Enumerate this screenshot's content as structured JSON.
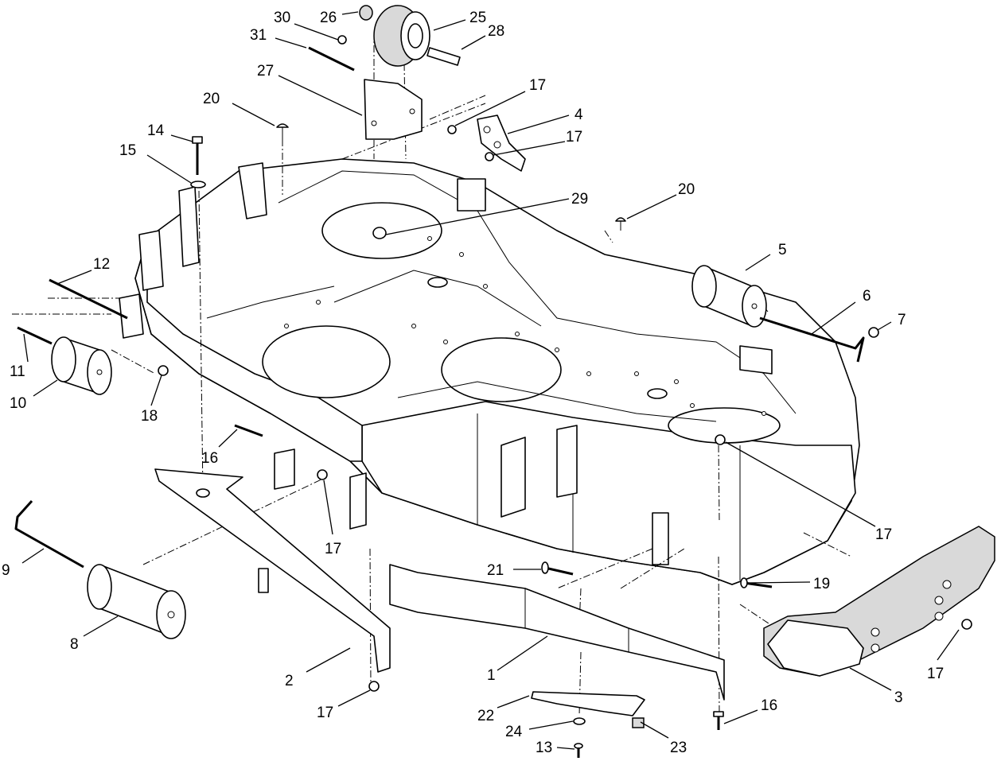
{
  "diagram": {
    "callouts": [
      {
        "id": "c1",
        "label": "1"
      },
      {
        "id": "c2",
        "label": "2"
      },
      {
        "id": "c3",
        "label": "3"
      },
      {
        "id": "c4",
        "label": "4"
      },
      {
        "id": "c5",
        "label": "5"
      },
      {
        "id": "c6",
        "label": "6"
      },
      {
        "id": "c7",
        "label": "7"
      },
      {
        "id": "c8",
        "label": "8"
      },
      {
        "id": "c9",
        "label": "9"
      },
      {
        "id": "c10",
        "label": "10"
      },
      {
        "id": "c11",
        "label": "11"
      },
      {
        "id": "c12",
        "label": "12"
      },
      {
        "id": "c13",
        "label": "13"
      },
      {
        "id": "c14",
        "label": "14"
      },
      {
        "id": "c15",
        "label": "15"
      },
      {
        "id": "c16a",
        "label": "16"
      },
      {
        "id": "c16b",
        "label": "16"
      },
      {
        "id": "c17a",
        "label": "17"
      },
      {
        "id": "c17b",
        "label": "17"
      },
      {
        "id": "c17c",
        "label": "17"
      },
      {
        "id": "c17d",
        "label": "17"
      },
      {
        "id": "c17e",
        "label": "17"
      },
      {
        "id": "c17f",
        "label": "17"
      },
      {
        "id": "c18",
        "label": "18"
      },
      {
        "id": "c19",
        "label": "19"
      },
      {
        "id": "c20a",
        "label": "20"
      },
      {
        "id": "c20b",
        "label": "20"
      },
      {
        "id": "c21",
        "label": "21"
      },
      {
        "id": "c22",
        "label": "22"
      },
      {
        "id": "c23",
        "label": "23"
      },
      {
        "id": "c24",
        "label": "24"
      },
      {
        "id": "c25",
        "label": "25"
      },
      {
        "id": "c26",
        "label": "26"
      },
      {
        "id": "c27",
        "label": "27"
      },
      {
        "id": "c28",
        "label": "28"
      },
      {
        "id": "c29",
        "label": "29"
      },
      {
        "id": "c30",
        "label": "30"
      },
      {
        "id": "c31",
        "label": "31"
      }
    ]
  }
}
